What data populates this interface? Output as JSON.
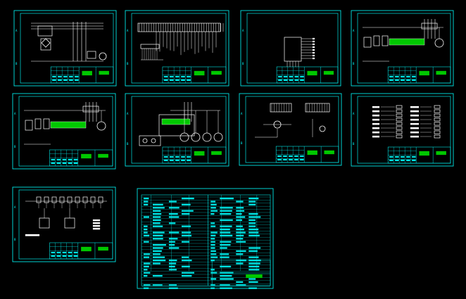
{
  "viewer": {
    "background": "#000000",
    "line_color": "#00e6e6",
    "white_color": "#ffffff",
    "green_color": "#00c800"
  },
  "sheets": [
    {
      "id": "sheet-1",
      "kind": "power-supply"
    },
    {
      "id": "sheet-2",
      "kind": "terminal-strip"
    },
    {
      "id": "sheet-3",
      "kind": "controller-pins"
    },
    {
      "id": "sheet-4",
      "kind": "motor-drive"
    },
    {
      "id": "sheet-5",
      "kind": "motor-drive"
    },
    {
      "id": "sheet-6",
      "kind": "multi-motor"
    },
    {
      "id": "sheet-7",
      "kind": "mixed-schematic"
    },
    {
      "id": "sheet-8",
      "kind": "io-list"
    },
    {
      "id": "sheet-9",
      "kind": "relay-wiring"
    },
    {
      "id": "sheet-10",
      "kind": "component-list"
    }
  ]
}
